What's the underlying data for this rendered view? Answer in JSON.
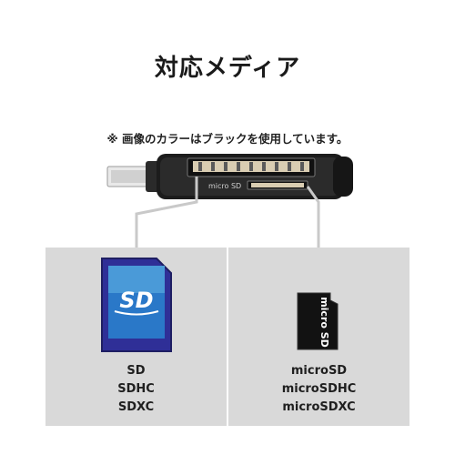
{
  "title": "対応メディア",
  "note": "※ 画像のカラーはブラックを使用しています。",
  "device": {
    "slot_label": "micro SD",
    "body_color": "#1c1c1c"
  },
  "sd_card": {
    "logo_text": "SD",
    "formats": [
      "SD",
      "SDHC",
      "SDXC"
    ],
    "card_color": "#3c3ca8"
  },
  "microsd_card": {
    "logo_text": "micro SD",
    "formats": [
      "microSD",
      "microSDHC",
      "microSDXC"
    ],
    "card_color": "#111111"
  },
  "panel_color": "#d9d9d9"
}
